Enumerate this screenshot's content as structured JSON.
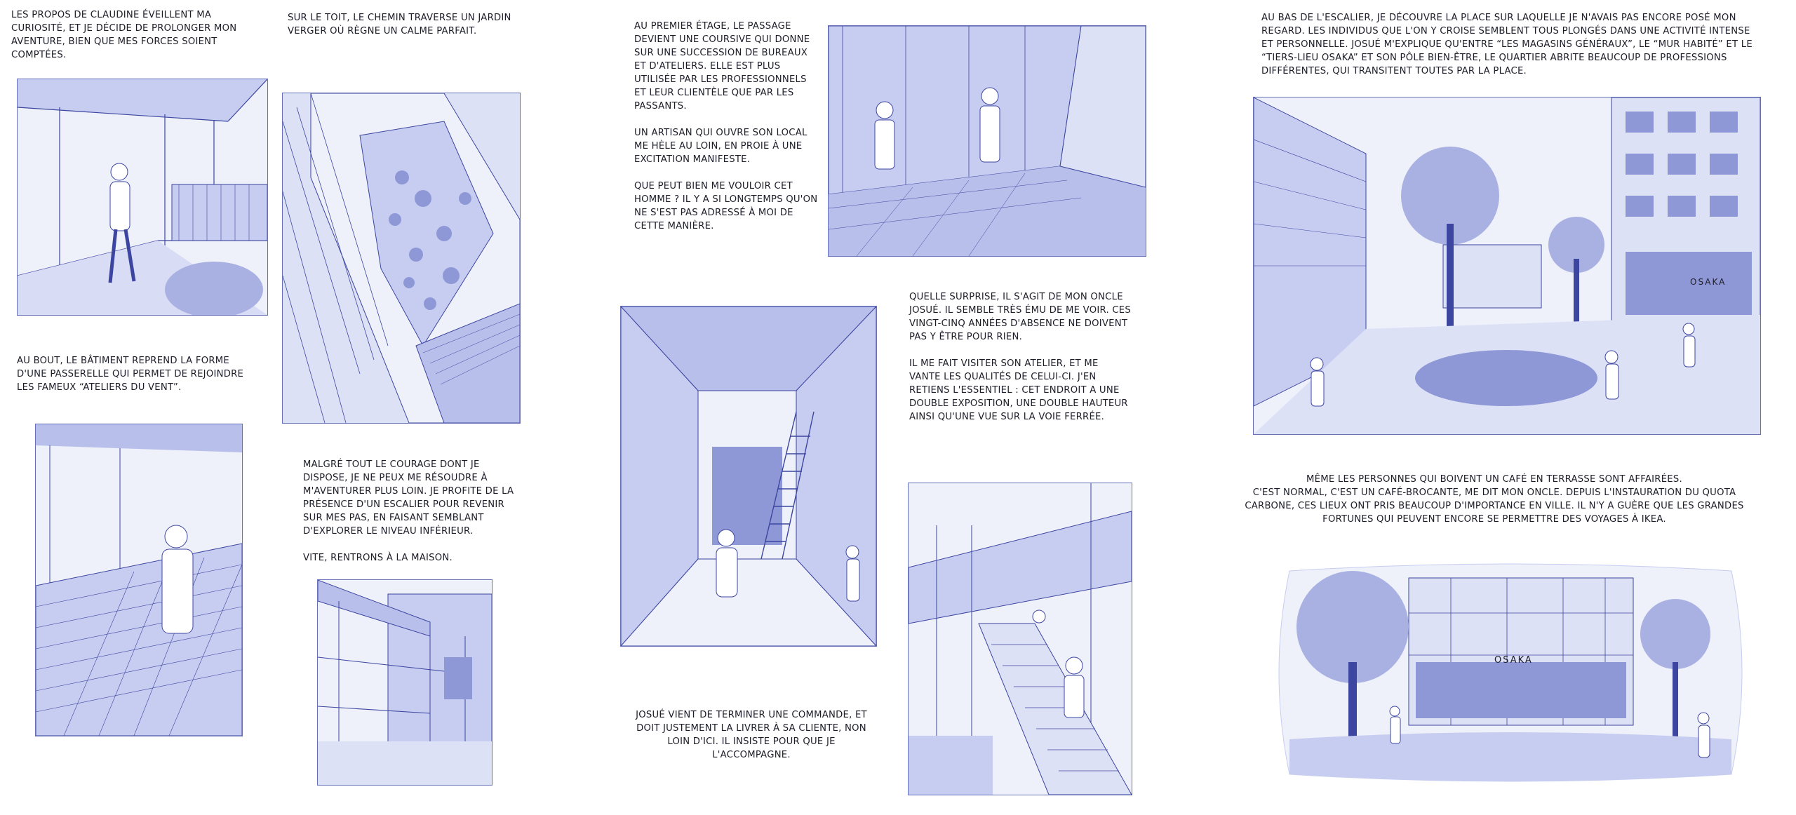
{
  "palette": {
    "ink": "#3c45a0",
    "wash": "#c7cdf0",
    "light": "#e6e9f8",
    "paper": "#ffffff",
    "text": "#1c1c28"
  },
  "captions": {
    "c1": "Les propos de Claudine éveillent ma curiosité, et je décide de prolonger mon aventure, bien que mes forces soient comptées.",
    "c2": "Sur le toit, le chemin traverse un jardin verger où règne un calme parfait.",
    "c3": "Au bout, le bâtiment reprend la forme d'une passerelle qui permet de rejoindre les fameux “Ateliers du vent”.",
    "c4": "Malgré tout le courage dont je dispose, je ne peux me résoudre à m'aventurer plus loin. Je profite de la présence d'un escalier pour revenir sur mes pas, en faisant semblant d'explorer le niveau inférieur.\n\nVite, rentrons à la maison.",
    "c5": "Au premier étage, le passage devient une coursive qui donne sur une succession de bureaux et d'ateliers. Elle est plus utilisée par les professionnels et leur clientèle que par les passants.\n\nUn artisan qui ouvre son local me hèle au loin, en proie à une excitation manifeste.\n\nQue peut bien me vouloir cet homme ? Il y a si longtemps qu'on ne s'est pas adressé à moi de cette manière.",
    "c6": "Quelle surprise, il s'agit de mon oncle Josué. Il semble très ému de me voir. Ces vingt-cinq années d'absence ne doivent pas y être pour rien.\n\nIl me fait visiter son atelier, et me vante les qualités de celui-ci. J'en retiens l'essentiel : cet endroit a une double exposition, une double hauteur ainsi qu'une vue sur la voie ferrée.",
    "c7": "Josué vient de terminer une commande, et doit justement la livrer à sa cliente, non loin d'ici. Il insiste pour que je l'accompagne.",
    "c8": "Au bas de l'escalier, je découvre la place sur laquelle je n'avais pas encore posé mon regard. Les individus que l'on y croise semblent tous plongés dans une activité intense et personnelle. Josué m'explique qu'entre “les Magasins généraux”, le “Mur habité” et le “Tiers-lieu Osaka” et son pôle bien-être, le quartier abrite beaucoup de professions différentes, qui transitent toutes par la place.",
    "c9": "Même les personnes qui boivent un café en terrasse sont affairées.\nC'est normal, c'est un café-brocante, me dit mon oncle. Depuis l'instauration du quota carbone, ces lieux ont pris beaucoup d'importance en ville. Il n'y a guère que les grandes fortunes qui peuvent encore se permettre des voyages à Ikea."
  },
  "signs": {
    "osaka": "OSAKA"
  }
}
